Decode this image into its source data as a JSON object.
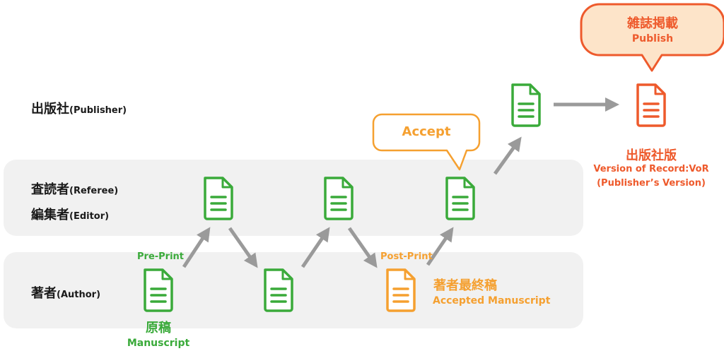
{
  "roles": {
    "publisher": {
      "label": "出版社",
      "en": "(Publisher)"
    },
    "referee": {
      "label": "査読者",
      "en": "(Referee)"
    },
    "editor": {
      "label": "編集者",
      "en": "(Editor)"
    },
    "author": {
      "label": "著者",
      "en": "(Author)"
    }
  },
  "stages": {
    "preprint": "Pre-Print",
    "postprint": "Post-Print",
    "manuscript_ja": "原稿",
    "manuscript_en": "Manuscript",
    "accepted_ja": "著者最終稿",
    "accepted_en": "Accepted Manuscript",
    "vor_ja": "出版社版",
    "vor_en": "Version of Record:VoR",
    "vor_en2": "(Publisher’s Version)"
  },
  "callouts": {
    "accept": "Accept",
    "publish_ja": "雑誌掲載",
    "publish_en": "Publish"
  },
  "colors": {
    "green": "#3aaa3a",
    "orange": "#f5a030",
    "red": "#ee5a2c",
    "arrow": "#9a9a9a",
    "lane": "#f1f1f1",
    "publish_fill": "#fde4c9"
  }
}
